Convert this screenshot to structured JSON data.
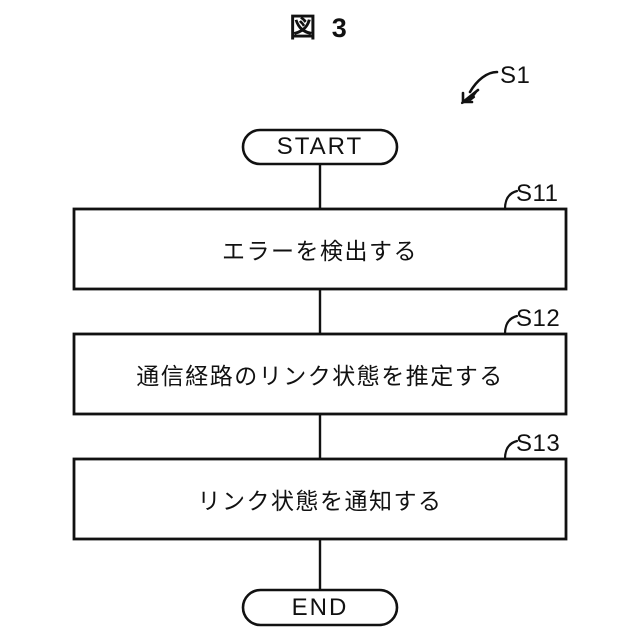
{
  "figure": {
    "title": "図 3",
    "overall_label": "S1"
  },
  "flowchart": {
    "type": "flowchart",
    "orientation": "vertical",
    "line_color": "#000000",
    "fill_color": "#ffffff",
    "nodes": [
      {
        "id": "start",
        "shape": "terminal",
        "label": "START",
        "step_label": ""
      },
      {
        "id": "s11",
        "shape": "process",
        "label": "エラーを検出する",
        "step_label": "S11"
      },
      {
        "id": "s12",
        "shape": "process",
        "label": "通信経路のリンク状態を推定する",
        "step_label": "S12"
      },
      {
        "id": "s13",
        "shape": "process",
        "label": "リンク状態を通知する",
        "step_label": "S13"
      },
      {
        "id": "end",
        "shape": "terminal",
        "label": "END",
        "step_label": ""
      }
    ],
    "connectors": [
      {
        "from": "start",
        "to": "s11",
        "style": "plain-line"
      },
      {
        "from": "s11",
        "to": "s12",
        "style": "plain-line"
      },
      {
        "from": "s12",
        "to": "s13",
        "style": "plain-line"
      },
      {
        "from": "s13",
        "to": "end",
        "style": "plain-line"
      }
    ]
  }
}
